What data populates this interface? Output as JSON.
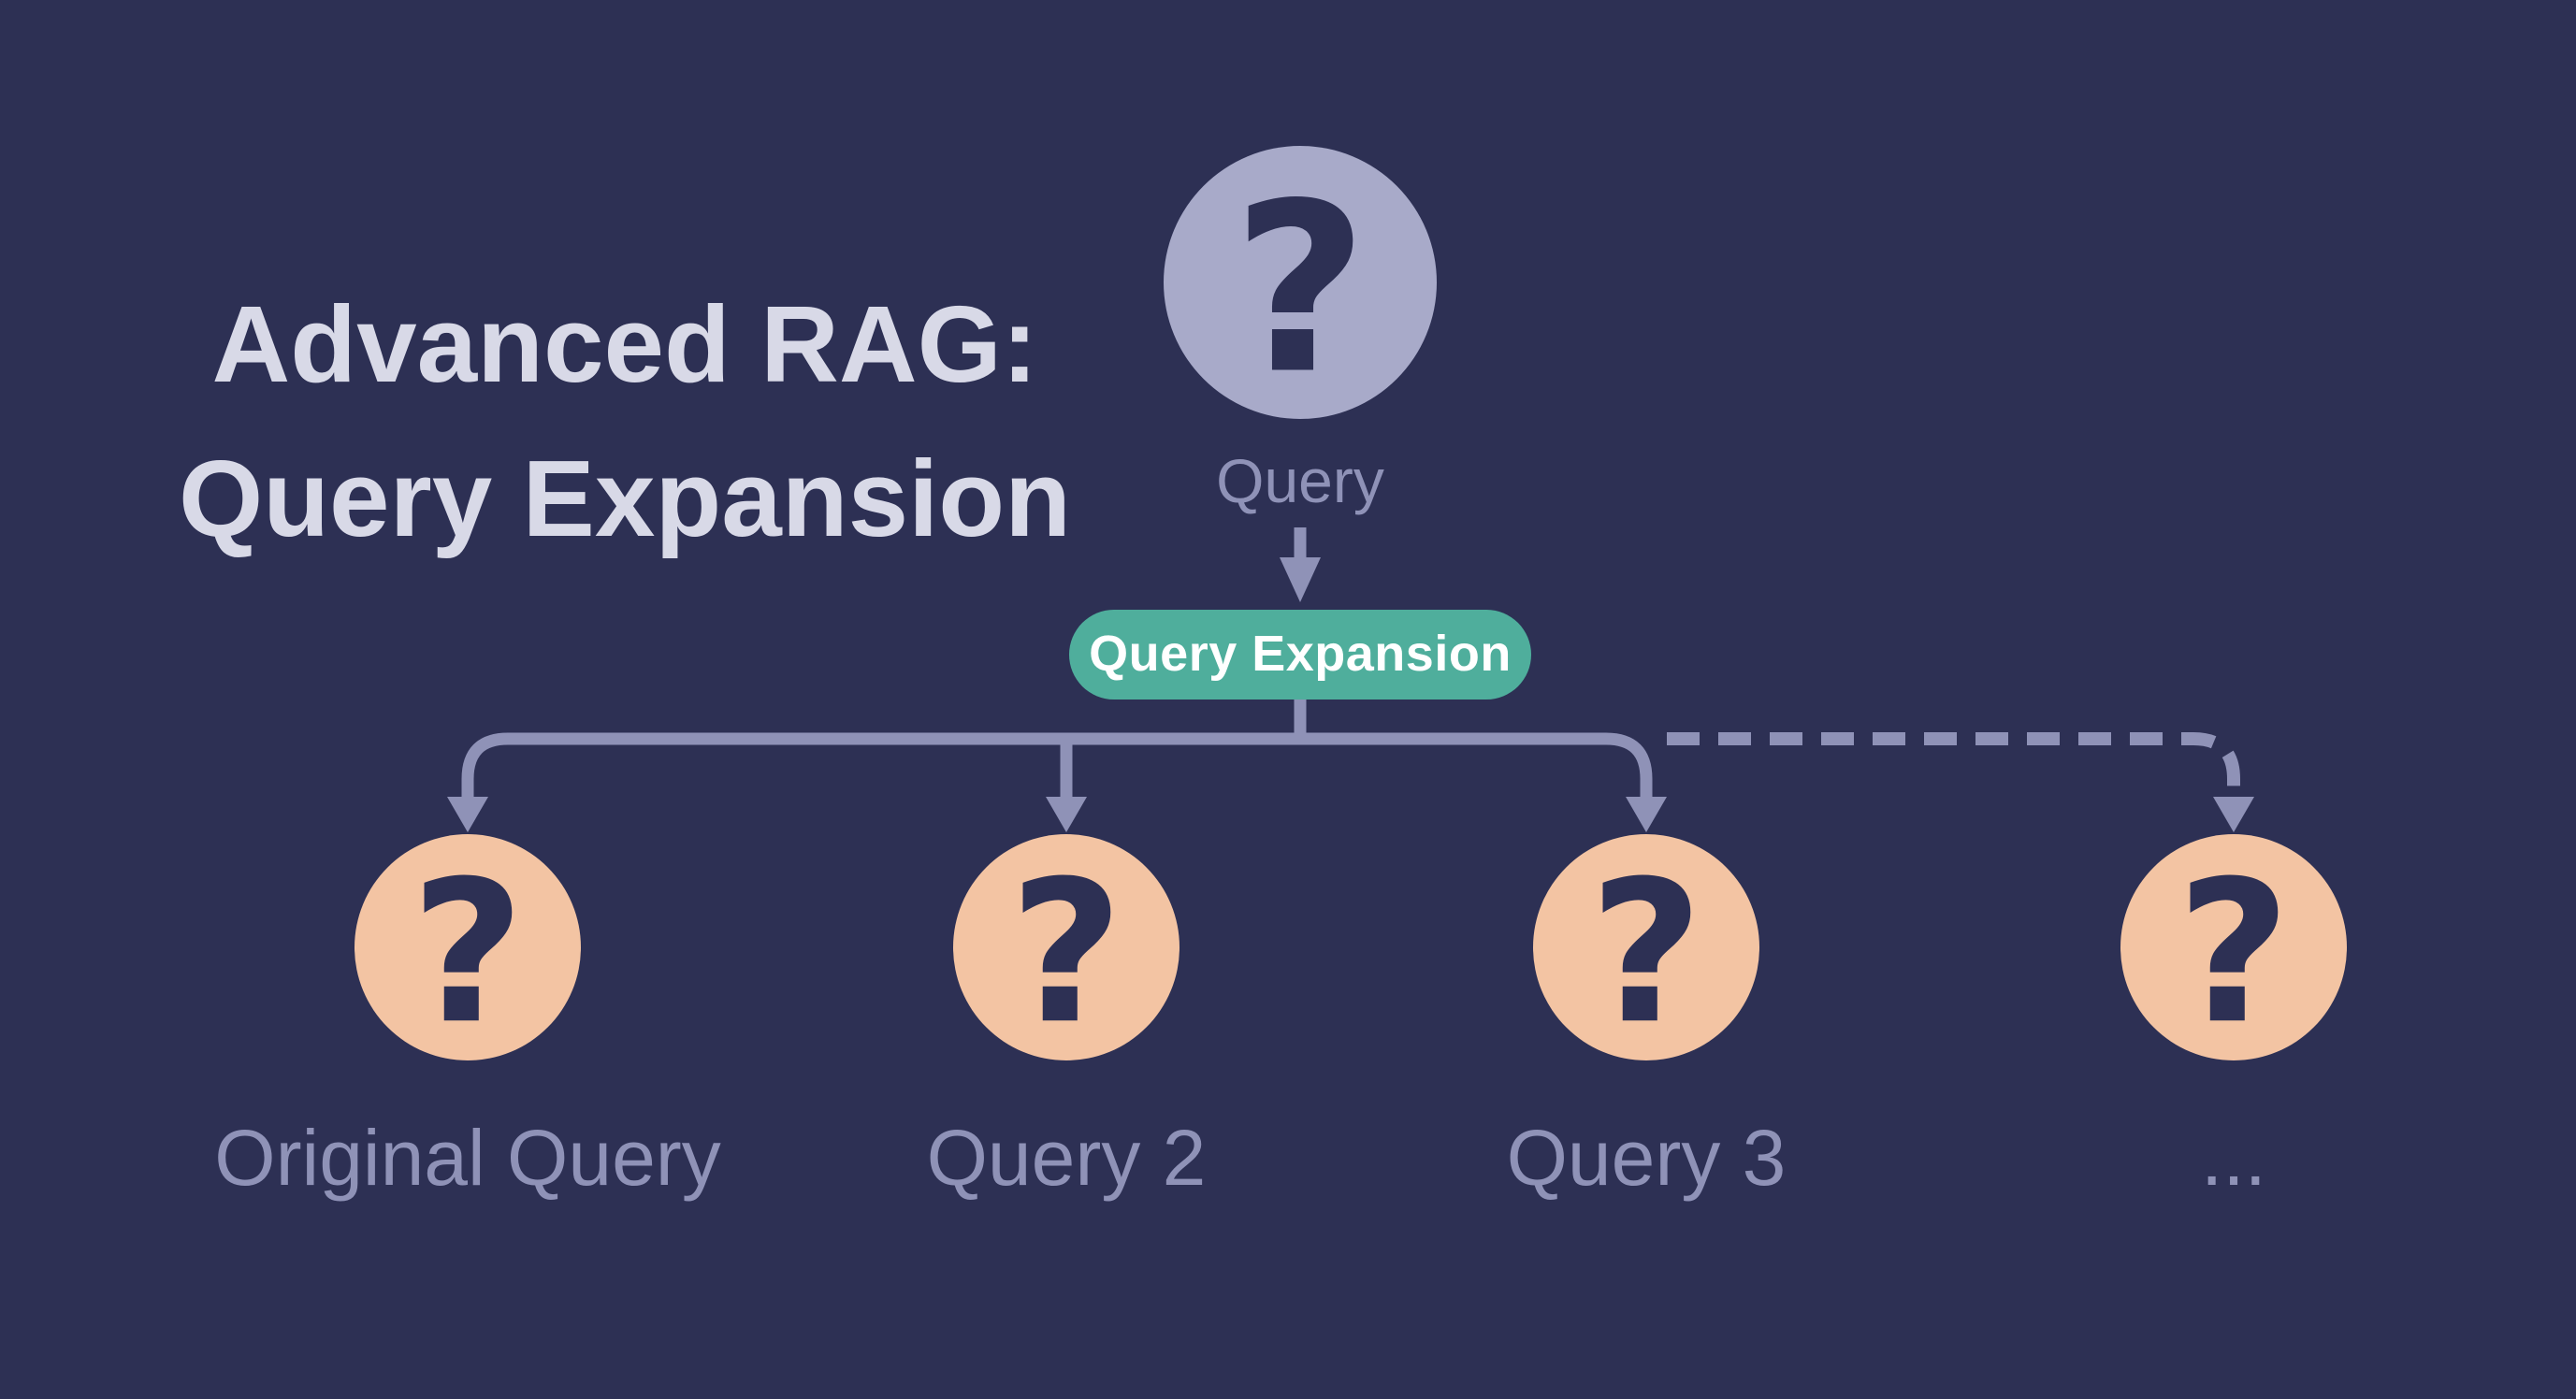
{
  "diagram": {
    "title": {
      "line1": "Advanced RAG:",
      "line2": "Query Expansion"
    },
    "question_glyph": "?",
    "root_node": {
      "icon": "question-mark-icon",
      "label": "Query"
    },
    "process_node": {
      "label": "Query Expansion"
    },
    "output_nodes": [
      {
        "icon": "question-mark-icon",
        "label": "Original Query",
        "connector": "solid"
      },
      {
        "icon": "question-mark-icon",
        "label": "Query 2",
        "connector": "solid"
      },
      {
        "icon": "question-mark-icon",
        "label": "Query 3",
        "connector": "solid"
      },
      {
        "icon": "question-mark-icon",
        "label": "...",
        "connector": "dashed"
      }
    ]
  },
  "theme": {
    "background": "#2d3054",
    "title_text": "#d8d9e7",
    "root_circle": "#a8aac9",
    "output_circle": "#f3c4a3",
    "connector": "#8f92b7",
    "process_pill": "#4fae9c",
    "pill_text": "#ffffff",
    "question_mark": "#2d3054"
  }
}
